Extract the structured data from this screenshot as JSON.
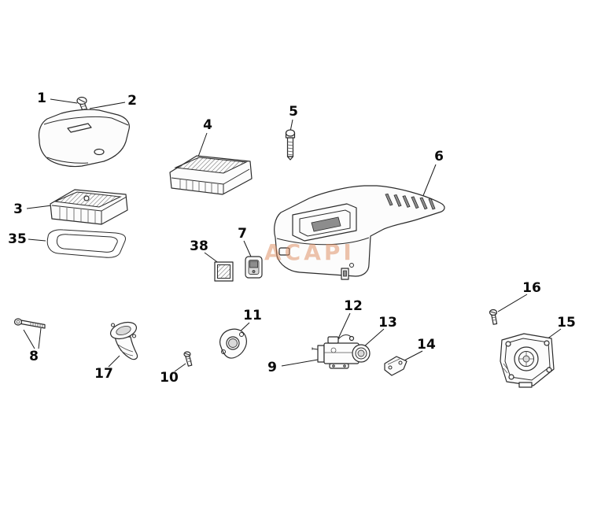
{
  "figure": {
    "kind": "exploded-parts-diagram",
    "watermark": "ACAPI"
  },
  "callouts": [
    {
      "part": "screw",
      "text": "1"
    },
    {
      "part": "screw-washer",
      "text": "2"
    },
    {
      "part": "air-filter-element",
      "text": "3"
    },
    {
      "part": "air-filter",
      "text": "4"
    },
    {
      "part": "screw",
      "text": "5"
    },
    {
      "part": "top-cover",
      "text": "6"
    },
    {
      "part": "stop-switch",
      "text": "7"
    },
    {
      "part": "bolt",
      "text": "8"
    },
    {
      "part": "carburetor-assembly",
      "text": "9"
    },
    {
      "part": "screw",
      "text": "10"
    },
    {
      "part": "insulator-flange",
      "text": "11"
    },
    {
      "part": "carburetor-top",
      "text": "12"
    },
    {
      "part": "carburetor",
      "text": "13"
    },
    {
      "part": "bracket",
      "text": "14"
    },
    {
      "part": "filter-housing",
      "text": "15"
    },
    {
      "part": "screw",
      "text": "16"
    },
    {
      "part": "intake-boot",
      "text": "17"
    },
    {
      "part": "gasket",
      "text": "35"
    },
    {
      "part": "cover-plate",
      "text": "38"
    }
  ]
}
